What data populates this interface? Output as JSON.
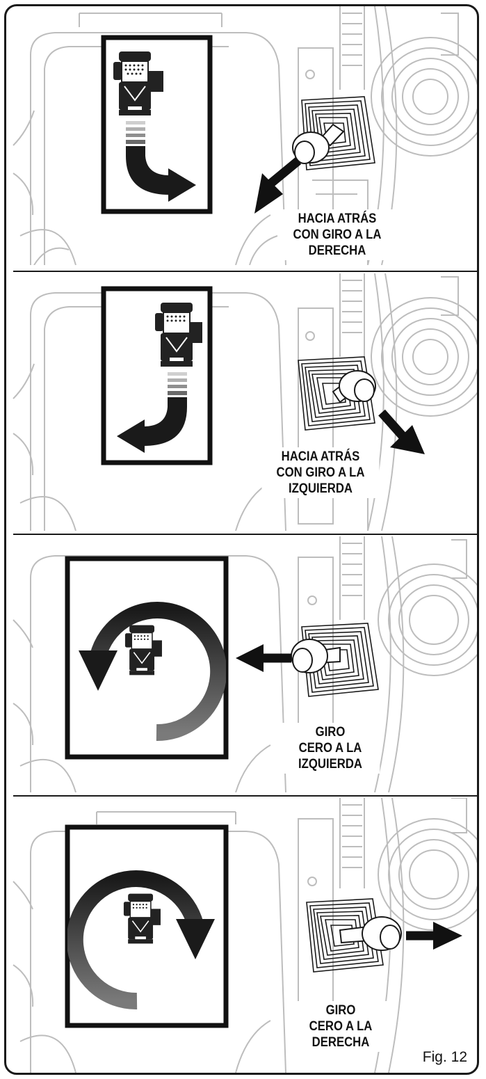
{
  "panels": [
    {
      "id": "reverse-right",
      "caption_lines": [
        "HACIA ATRÁS",
        "CON GIRO A LA",
        "DERECHA"
      ]
    },
    {
      "id": "reverse-left",
      "caption_lines": [
        "HACIA ATRÁS",
        "CON GIRO A LA",
        "IZQUIERDA"
      ]
    },
    {
      "id": "zero-turn-left",
      "caption_lines": [
        "GIRO",
        "CERO A LA",
        "IZQUIERDA"
      ]
    },
    {
      "id": "zero-turn-right",
      "caption_lines": [
        "GIRO",
        "CERO A LA",
        "DERECHA"
      ]
    }
  ],
  "figure_label": "Fig. 12",
  "colors": {
    "ink": "#1a1a1a",
    "ghost_line": "#bdbdbd",
    "arc_gray": "#6a6a6a"
  }
}
